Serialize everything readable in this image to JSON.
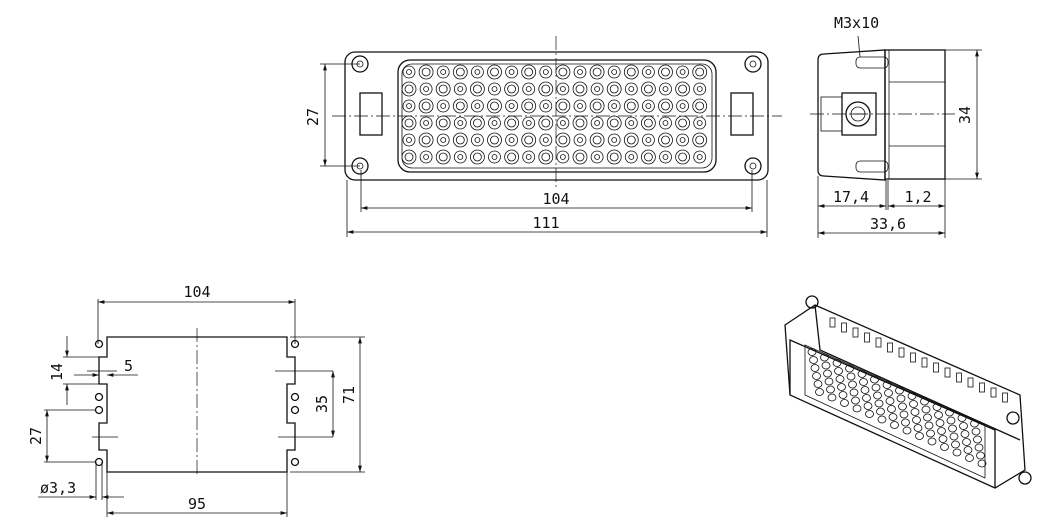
{
  "front_view": {
    "dim_width_inner": "104",
    "dim_width_outer": "111",
    "dim_height": "27",
    "pin_rows": 6,
    "pin_cols": 18
  },
  "side_view": {
    "screw_label": "M3x10",
    "dim_height": "34",
    "dim_depth_a": "17,4",
    "dim_depth_b": "1,2",
    "dim_depth_total": "33,6"
  },
  "panel_cutout": {
    "dim_hole_spacing": "104",
    "dim_cutout_width": "95",
    "dim_height": "71",
    "dim_inner": "35",
    "dim_notch": "14",
    "dim_notch_width": "5",
    "dim_hole_pitch": "27",
    "dim_hole_diameter": "ø3,3"
  }
}
